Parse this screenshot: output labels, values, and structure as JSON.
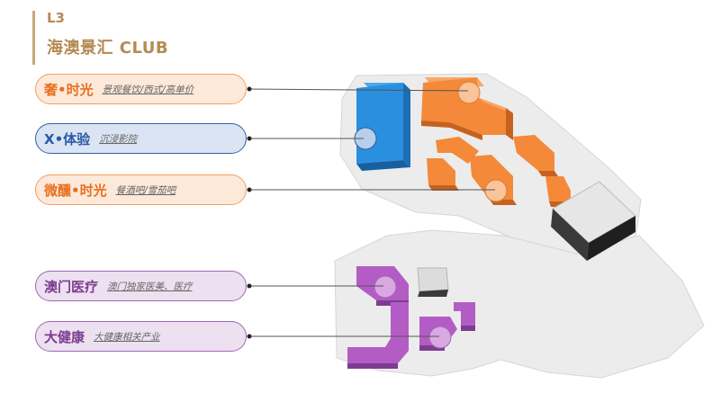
{
  "header": {
    "floor": "L3",
    "title": "海澳景汇 CLUB"
  },
  "zones": [
    {
      "category": "奢•时光",
      "description": "景观餐饮/西式/高单价",
      "color": "#f4893a"
    },
    {
      "category": "X•体验",
      "description": "沉浸影院",
      "color": "#1f8ee0"
    },
    {
      "category": "微醺•时光",
      "description": "餐酒吧/雪茄吧",
      "color": "#f4893a"
    },
    {
      "category": "澳门医疗",
      "description": "澳门独家医美、医疗",
      "color": "#b45cc5"
    },
    {
      "category": "大健康",
      "description": "大健康相关产业",
      "color": "#b45cc5"
    }
  ]
}
